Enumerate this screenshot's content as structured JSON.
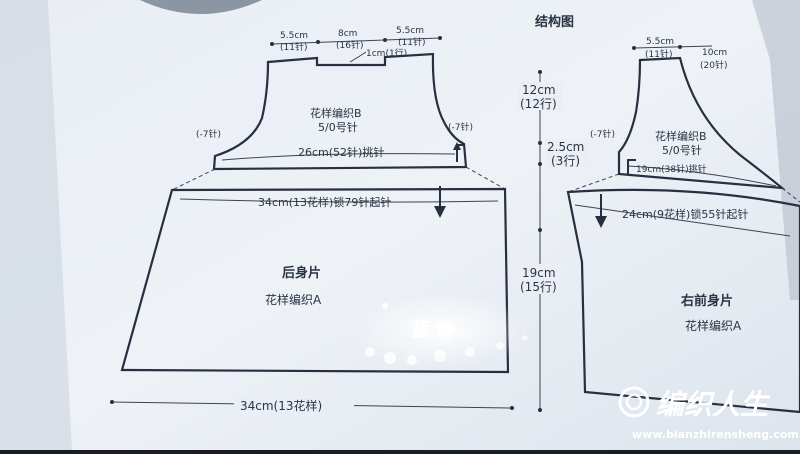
{
  "title": "结构图",
  "back": {
    "top_dims": [
      "5.5cm",
      "(11针)",
      "8cm",
      "(16针)",
      "5.5cm",
      "(11针)"
    ],
    "shoulder_note": "1cm(1行)",
    "yoke_pattern": "花样编织B",
    "yoke_needle": "5/0号针",
    "dec_left": "(-7针)",
    "dec_right": "(-7针)",
    "yoke_pickup": "26cm(52针)挑针",
    "body_cast_on": "34cm(13花样)锁79针起针",
    "name": "后身片",
    "pattern": "花样编织A",
    "bottom_dim": "34cm(13花样)"
  },
  "vertical_dims": {
    "yoke_h": "12cm",
    "yoke_rows": "(12行)",
    "mid_h": "2.5cm",
    "mid_rows": "(3行)",
    "body_h": "19cm",
    "body_rows": "(15行)"
  },
  "front": {
    "top_dims": [
      "5.5cm",
      "(11针)",
      "10cm",
      "(20针)"
    ],
    "dec_left": "(-7针)",
    "yoke_pattern": "花样编织B",
    "yoke_needle": "5/0号针",
    "yoke_pickup": "19cm(38针)挑针",
    "body_cast_on": "24cm(9花样)锁55针起针",
    "name": "右前身片",
    "pattern": "花样编织A"
  },
  "watermark": {
    "text": "蓝 静",
    "logo": "编织人生",
    "url": "www.bianzhirensheng.com"
  }
}
